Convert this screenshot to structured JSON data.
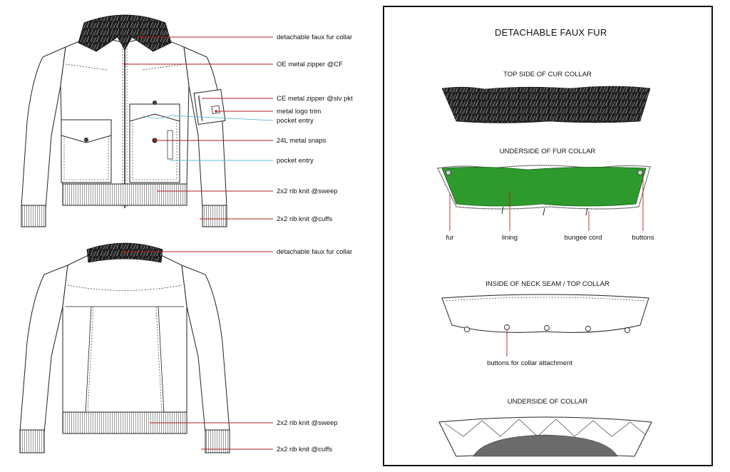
{
  "front_callouts": {
    "collar": "detachable faux fur collar",
    "oe_zipper": "OE metal zipper @CF",
    "ce_zipper": "CE metal zipper @slv pkt",
    "logo_trim": "metal logo trim",
    "pocket_entry_1": "pocket entry",
    "snaps": "24L metal snaps",
    "pocket_entry_2": "pocket entry",
    "rib_sweep": "2x2 rib knit @sweep",
    "rib_cuffs": "2x2 rib knit @cuffs"
  },
  "back_callouts": {
    "collar": "detachable faux fur collar",
    "rib_sweep": "2x2 rib knit @sweep",
    "rib_cuffs": "2x2 rib knit @cuffs"
  },
  "detail_panel": {
    "title": "DETACHABLE FAUX FUR",
    "top_side_title": "TOP SIDE OF CUR COLLAR",
    "underside_fur_title": "UNDERSIDE OF FUR COLLAR",
    "labels": {
      "fur": "fur",
      "lining": "lining",
      "bungee": "bungee cord",
      "buttons": "buttons"
    },
    "neck_seam_title": "INSIDE OF NECK SEAM / TOP COLLAR",
    "buttons_label": "buttons for collar attachment",
    "underside_collar_title": "UNDERSIDE OF COLLAR"
  },
  "colors": {
    "callout_line": "#b01e1e",
    "pocket_line": "#5fb8d9",
    "lining_green": "#2e9a2e",
    "fur_dark": "#1a1a1a",
    "undercollar_grey": "#6b6b6b"
  }
}
